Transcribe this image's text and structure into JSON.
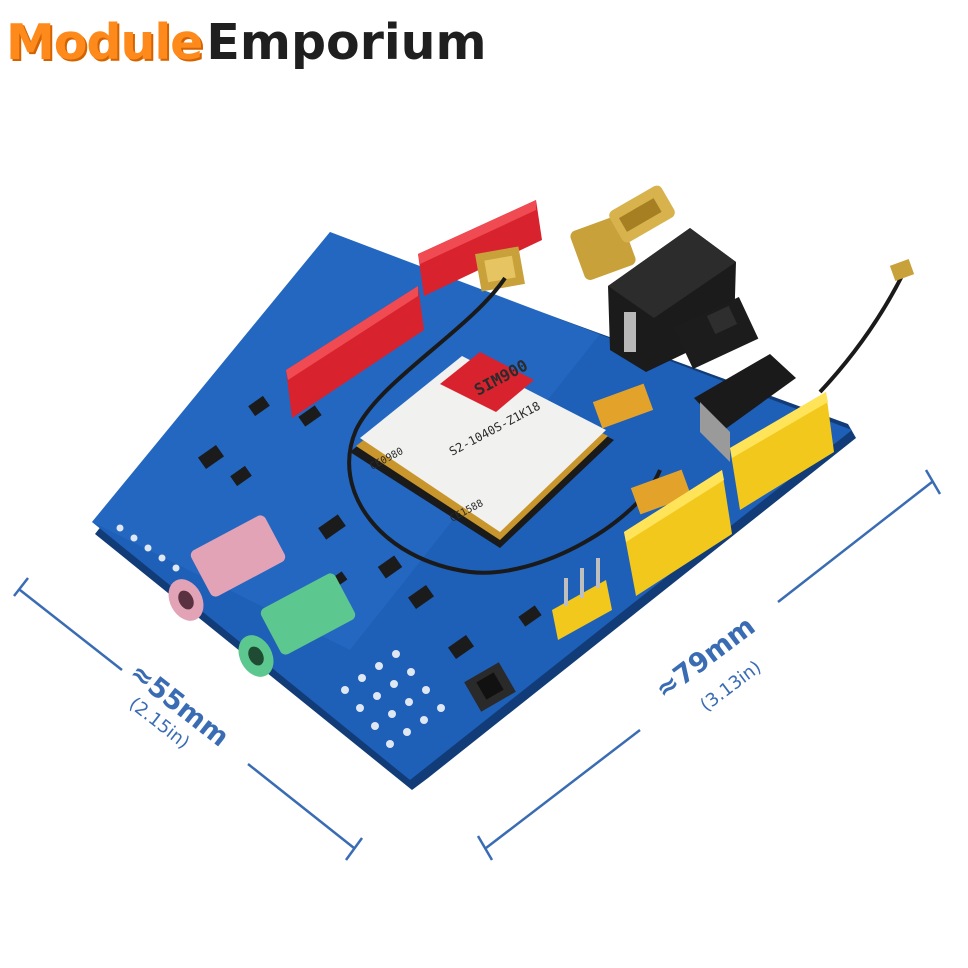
{
  "brand": {
    "word1": "Module",
    "word2": "Emporium",
    "word1_color": "#ff8a1c",
    "word2_color": "#1f1f1f"
  },
  "product": {
    "module_brand": "SIM900",
    "module_line1": "S2-1040S-Z1K18",
    "module_line2": "CE0980",
    "module_line3": "CE1588"
  },
  "dimensions": {
    "width": {
      "main": "≈55mm",
      "sub": "(2.15in)"
    },
    "length": {
      "main": "≈79mm",
      "sub": "(3.13in)"
    },
    "line_color": "#3a6cb4"
  },
  "colors": {
    "pcb": "#1e5fb8",
    "header_red": "#d8232e",
    "header_yellow": "#f2c81c",
    "jack_pink": "#e3a3b6",
    "jack_green": "#5cc78e",
    "connector_gold": "#c9a13b"
  }
}
